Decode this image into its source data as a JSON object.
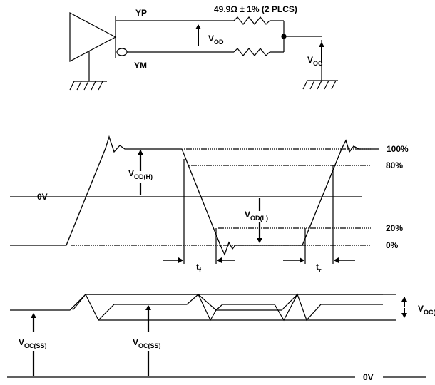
{
  "circuit": {
    "pin_p": "YP",
    "pin_m": "YM",
    "resistor_note": "49.9Ω ± 1% (2 PLCS)",
    "vod": {
      "main": "V",
      "sub": "OD"
    },
    "voc": {
      "main": "V",
      "sub": "OC"
    }
  },
  "diff_waveform": {
    "zero_label": "0V",
    "vod_high": {
      "main": "V",
      "sub": "OD(H)"
    },
    "vod_low": {
      "main": "V",
      "sub": "OD(L)"
    },
    "levels": [
      "100%",
      "80%",
      "20%",
      "0%"
    ],
    "t_fall": {
      "main": "t",
      "sub": "f"
    },
    "t_rise": {
      "main": "t",
      "sub": "r"
    }
  },
  "common_mode": {
    "voc_pp": {
      "main": "V",
      "sub": "OC(PP)"
    },
    "voc_ss_left": {
      "main": "V",
      "sub": "OC(SS)"
    },
    "voc_ss_mid": {
      "main": "V",
      "sub": "OC(SS)"
    },
    "zero_label": "0V"
  }
}
